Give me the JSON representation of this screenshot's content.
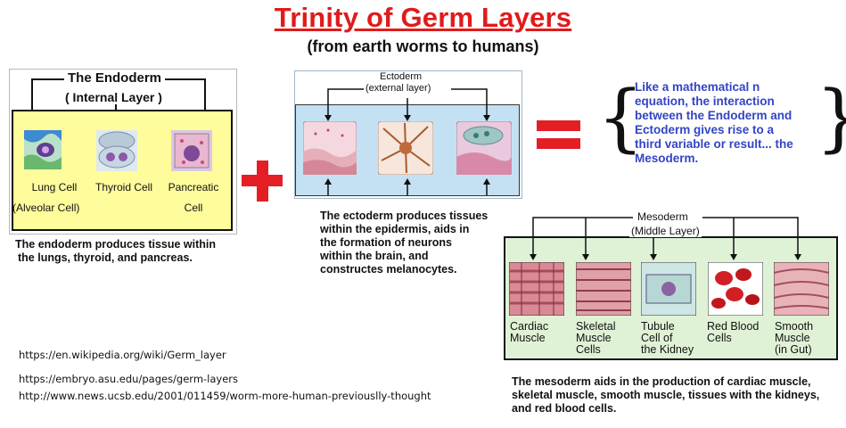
{
  "title": "Trinity of Germ Layers",
  "subtitle": "(from earth worms to humans)",
  "endoderm": {
    "heading": "The Endoderm",
    "subheading": "( Internal Layer )",
    "cells": [
      {
        "label": "Lung Cell",
        "label2": "(Alveolar Cell)"
      },
      {
        "label": "Thyroid Cell",
        "label2": ""
      },
      {
        "label": "Pancreatic",
        "label2": "Cell"
      }
    ],
    "caption_line1": "The endoderm produces tissue within",
    "caption_line2": "the lungs, thyroid, and pancreas."
  },
  "ectoderm": {
    "heading": "Ectoderm",
    "subheading": "(external layer)",
    "caption": [
      "The ectoderm produces tissues",
      "within the epidermis, aids in",
      "the formation of neurons",
      "within the brain, and",
      "constructes melanocytes."
    ]
  },
  "mesoderm": {
    "heading": "Mesoderm",
    "subheading": "(Middle Layer)",
    "cells": [
      {
        "label": [
          "Cardiac",
          "Muscle"
        ]
      },
      {
        "label": [
          "Skeletal",
          "Muscle",
          "Cells"
        ]
      },
      {
        "label": [
          "Tubule",
          "Cell of",
          "the Kidney"
        ]
      },
      {
        "label": [
          "Red Blood",
          "Cells"
        ]
      },
      {
        "label": [
          "Smooth",
          "Muscle",
          "(in Gut)"
        ]
      }
    ],
    "caption": [
      "The mesoderm aids in the production of cardiac muscle,",
      "skeletal muscle, smooth muscle, tissues with the kidneys,",
      "and red blood cells."
    ]
  },
  "equation_text": [
    "Like a mathematical n",
    "equation, the interaction",
    "between the Endoderm and",
    "Ectoderm gives rise to a",
    "third variable or result... the",
    "Mesoderm."
  ],
  "plus_symbol": "+",
  "equals_symbol": "=",
  "brace_left": "{",
  "brace_right": "}",
  "urls": [
    "https://en.wikipedia.org/wiki/Germ_layer",
    "https://embryo.asu.edu/pages/germ-layers",
    "http://www.news.ucsb.edu/2001/011459/worm-more-human-previouslly-thought"
  ],
  "colors": {
    "accent": "#e01b1b",
    "equation_text": "#3344c4",
    "endoderm_bg": "#fffc9c",
    "ectoderm_bg": "#c4e1f3",
    "mesoderm_bg": "#dff2d6"
  }
}
